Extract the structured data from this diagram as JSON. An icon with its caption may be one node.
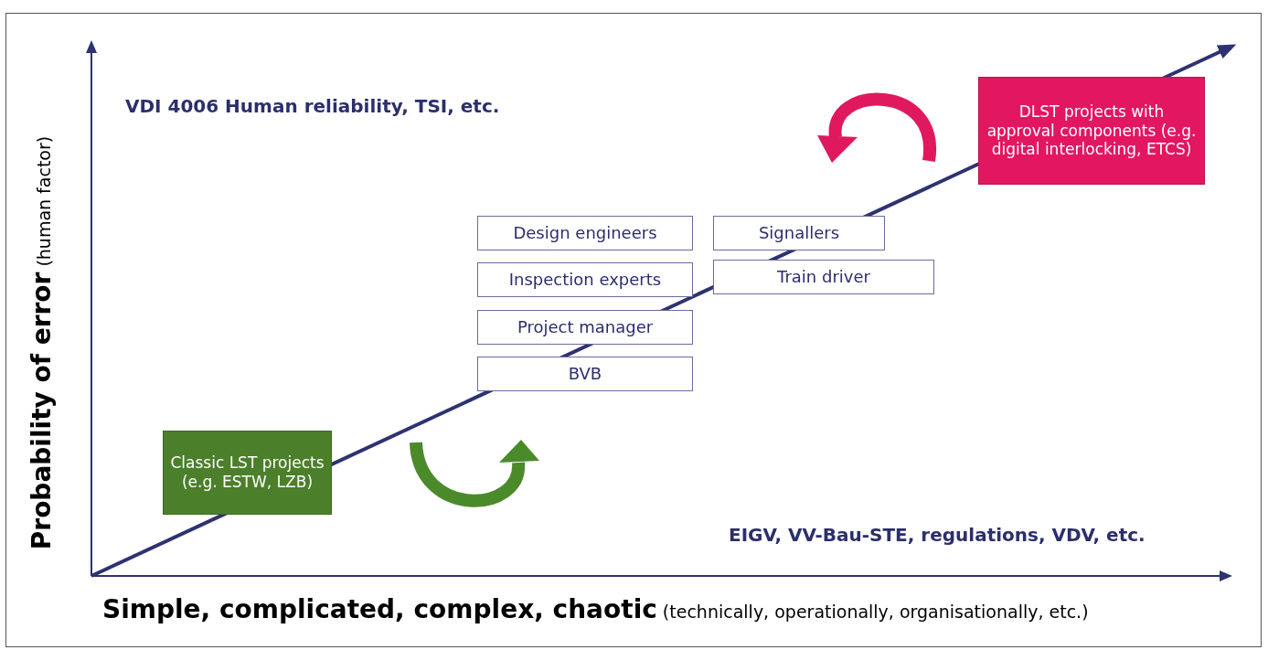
{
  "diagram": {
    "nodes": [
      {
        "text": [
          "DLST projects with approval components (e.g. digital interlocking, ETCS)"
        ]
      },
      {
        "text": [
          "Design engineers"
        ]
      },
      {
        "text": [
          "Signallers"
        ]
      },
      {
        "text": [
          "Inspection experts"
        ]
      },
      {
        "text": [
          "Train driver"
        ]
      },
      {
        "text": [
          "Project manager"
        ]
      },
      {
        "text": [
          "BVB"
        ]
      },
      {
        "text": [
          "Classic LST projects (e.g. ESTW, LZB)"
        ]
      }
    ],
    "labels": [
      "VDI 4006 Human reliability, TSI, etc.",
      "EIGV, VV-Bau-STE, regulations, VDV, etc.",
      "**Probability of error** (human factor)",
      "**Simple, complicated, complex, chaotic** (technically, operationally, organisationally, etc.)"
    ]
  }
}
